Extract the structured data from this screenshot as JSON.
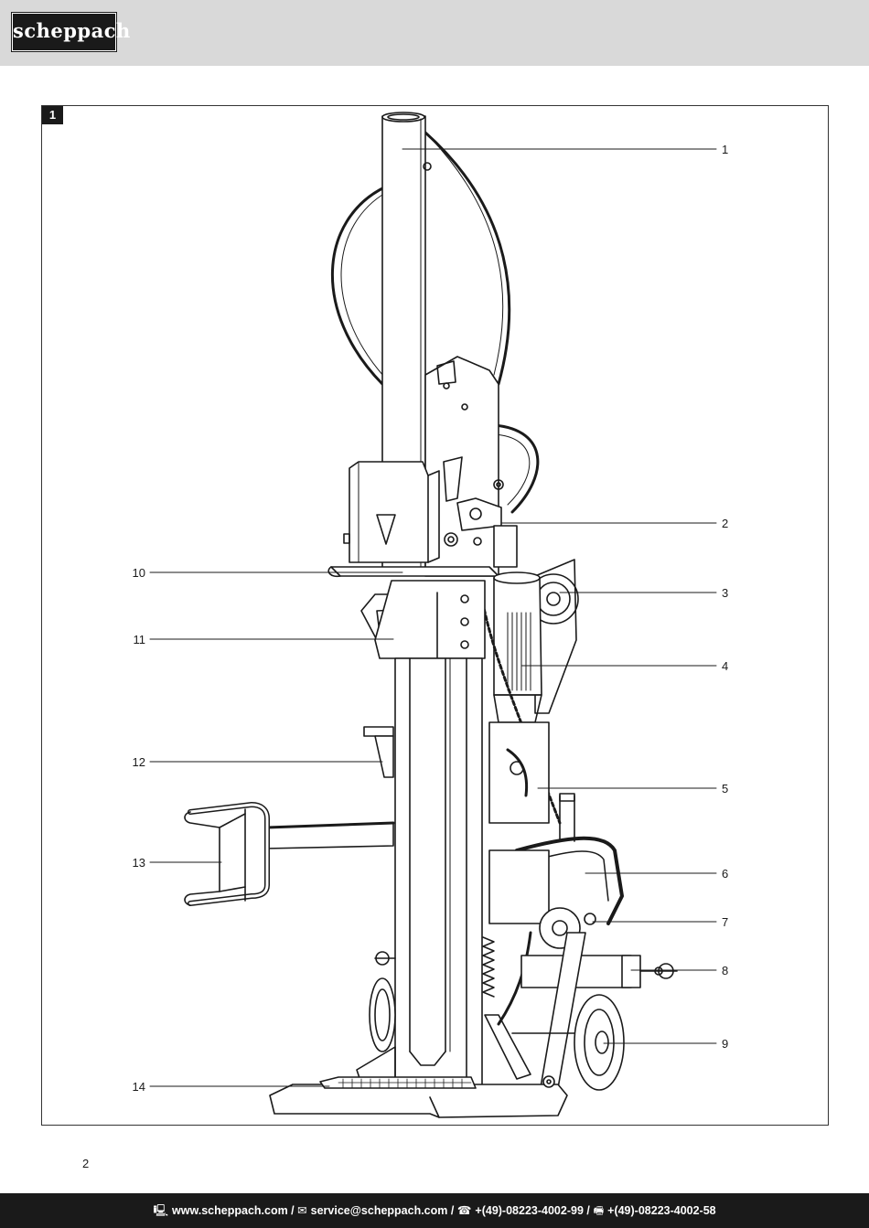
{
  "brand": {
    "logo_text": "scheppach"
  },
  "figure": {
    "number": "1",
    "callouts": {
      "c1": "1",
      "c2": "2",
      "c3": "3",
      "c4": "4",
      "c5": "5",
      "c6": "6",
      "c7": "7",
      "c8": "8",
      "c9": "9",
      "c10": "10",
      "c11": "11",
      "c12": "12",
      "c13": "13",
      "c14": "14"
    }
  },
  "page": {
    "number": "2"
  },
  "footer": {
    "web_icon": "computer-icon",
    "web": "www.scheppach.com /",
    "mail_icon": "envelope-icon",
    "email": "service@scheppach.com /",
    "phone_icon": "telephone-icon",
    "phone": "+(49)-08223-4002-99 /",
    "fax_icon": "fax-icon",
    "fax": "+(49)-08223-4002-58"
  }
}
